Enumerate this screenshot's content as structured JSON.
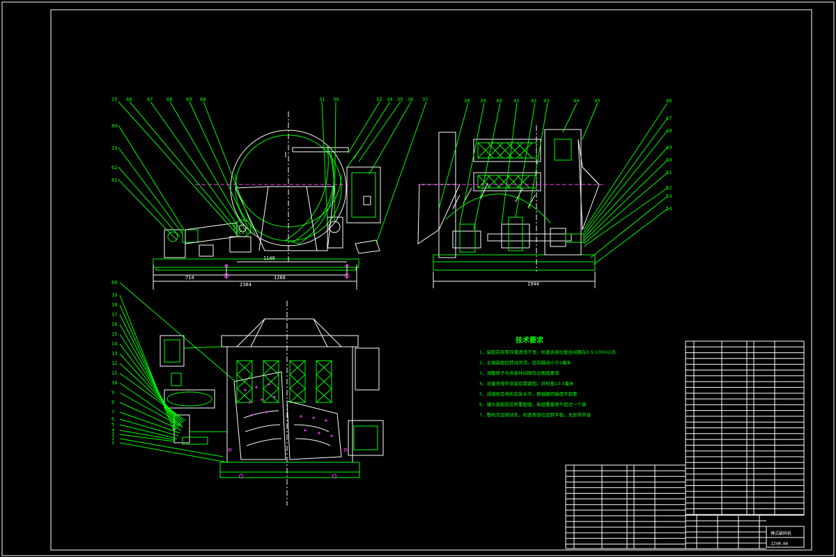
{
  "colors": {
    "background": "#000000",
    "line": "#00ff00",
    "outline": "#ffffff",
    "center": "#ff40ff",
    "hatch": "#ff40ff"
  },
  "front_view": {
    "callouts": [
      "25",
      "86",
      "87",
      "88",
      "89",
      "88",
      "31",
      "36",
      "32",
      "34",
      "35",
      "36",
      "37",
      "84",
      "23",
      "62",
      "81"
    ],
    "dimensions": [
      "1140",
      "714",
      "1288",
      "2384"
    ]
  },
  "side_view": {
    "callouts": [
      "38",
      "39",
      "40",
      "41",
      "42",
      "43",
      "44",
      "45",
      "46",
      "47",
      "48",
      "49",
      "50",
      "51",
      "52",
      "53",
      "54"
    ],
    "dimensions": [
      "1944"
    ]
  },
  "plan_view": {
    "callouts": [
      "60",
      "19",
      "18",
      "17",
      "16",
      "15",
      "14",
      "13",
      "12",
      "11",
      "10",
      "9",
      "8",
      "7",
      "6",
      "5",
      "4",
      "3",
      "2",
      "1"
    ]
  },
  "tech_requirements": {
    "title": "技术要求",
    "items": [
      "1、装配前各零件需清洗干净，检查各部位配合间隙在0.5:1000以内",
      "2、主轴装配后转动灵活，径向跳动小于2毫米",
      "3、调整转子与各部件间隙符合图纸要求",
      "4、设备各部件安装后需紧固，并检查13.5毫米",
      "5、减速机及电机安装水平，联轴器同轴度不超差",
      "6、锤头装配前应称重配组，每组重量差不超过一个值",
      "7、整机空运转试车，检查各部位运转平稳，无异常声音"
    ]
  },
  "title_block": {
    "drawing_name": "锤式破碎机",
    "drawing_number": "JZYM-00"
  }
}
